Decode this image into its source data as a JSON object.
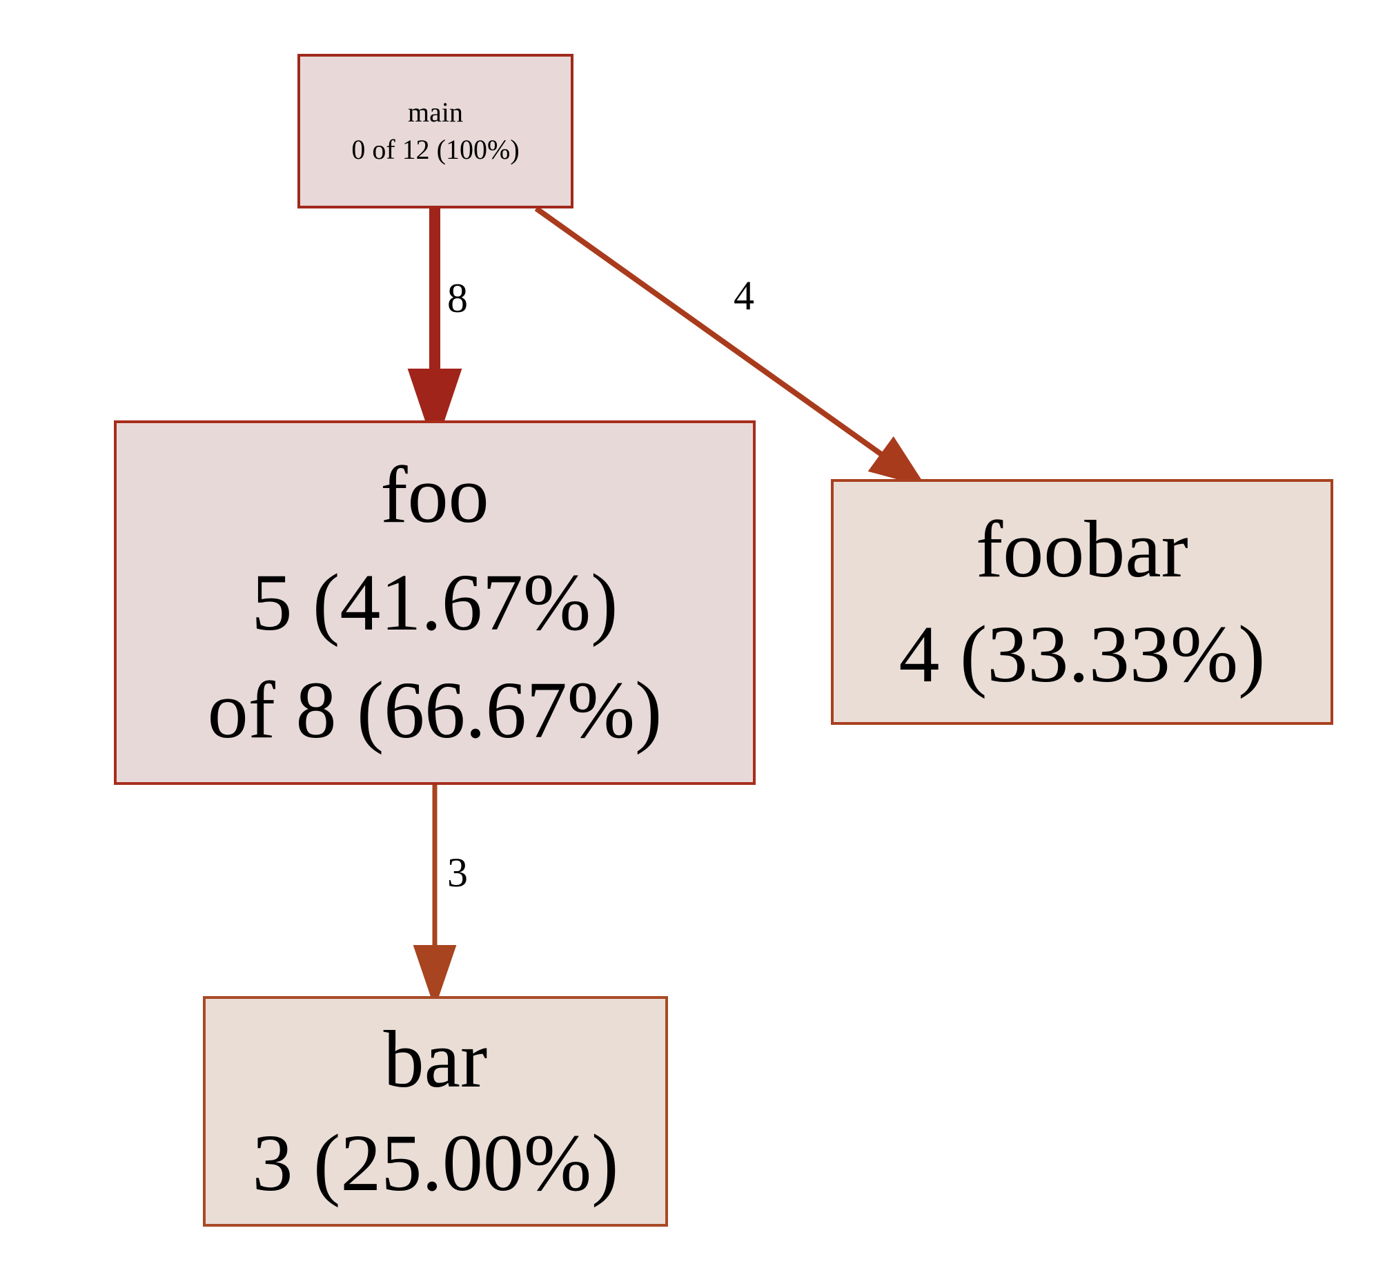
{
  "graph": {
    "nodes": [
      {
        "id": "main",
        "name": "main",
        "detail_lines": [
          "0 of 12 (100%)"
        ],
        "fill": "#e8d8d8",
        "stroke": "#a0291c"
      },
      {
        "id": "foo",
        "name": "foo",
        "detail_lines": [
          "5 (41.67%)",
          "of 8 (66.67%)"
        ],
        "fill": "#e8d9d9",
        "stroke": "#a72d1c"
      },
      {
        "id": "foobar",
        "name": "foobar",
        "detail_lines": [
          "4 (33.33%)"
        ],
        "fill": "#e9ddd6",
        "stroke": "#a8401f"
      },
      {
        "id": "bar",
        "name": "bar",
        "detail_lines": [
          "3 (25.00%)"
        ],
        "fill": "#e9ddd6",
        "stroke": "#a84a25"
      }
    ],
    "edges": [
      {
        "from": "main",
        "to": "foo",
        "label": "8",
        "color": "#a0241a"
      },
      {
        "from": "main",
        "to": "foobar",
        "label": "4",
        "color": "#a93b1d"
      },
      {
        "from": "foo",
        "to": "bar",
        "label": "3",
        "color": "#a8441f"
      }
    ]
  }
}
